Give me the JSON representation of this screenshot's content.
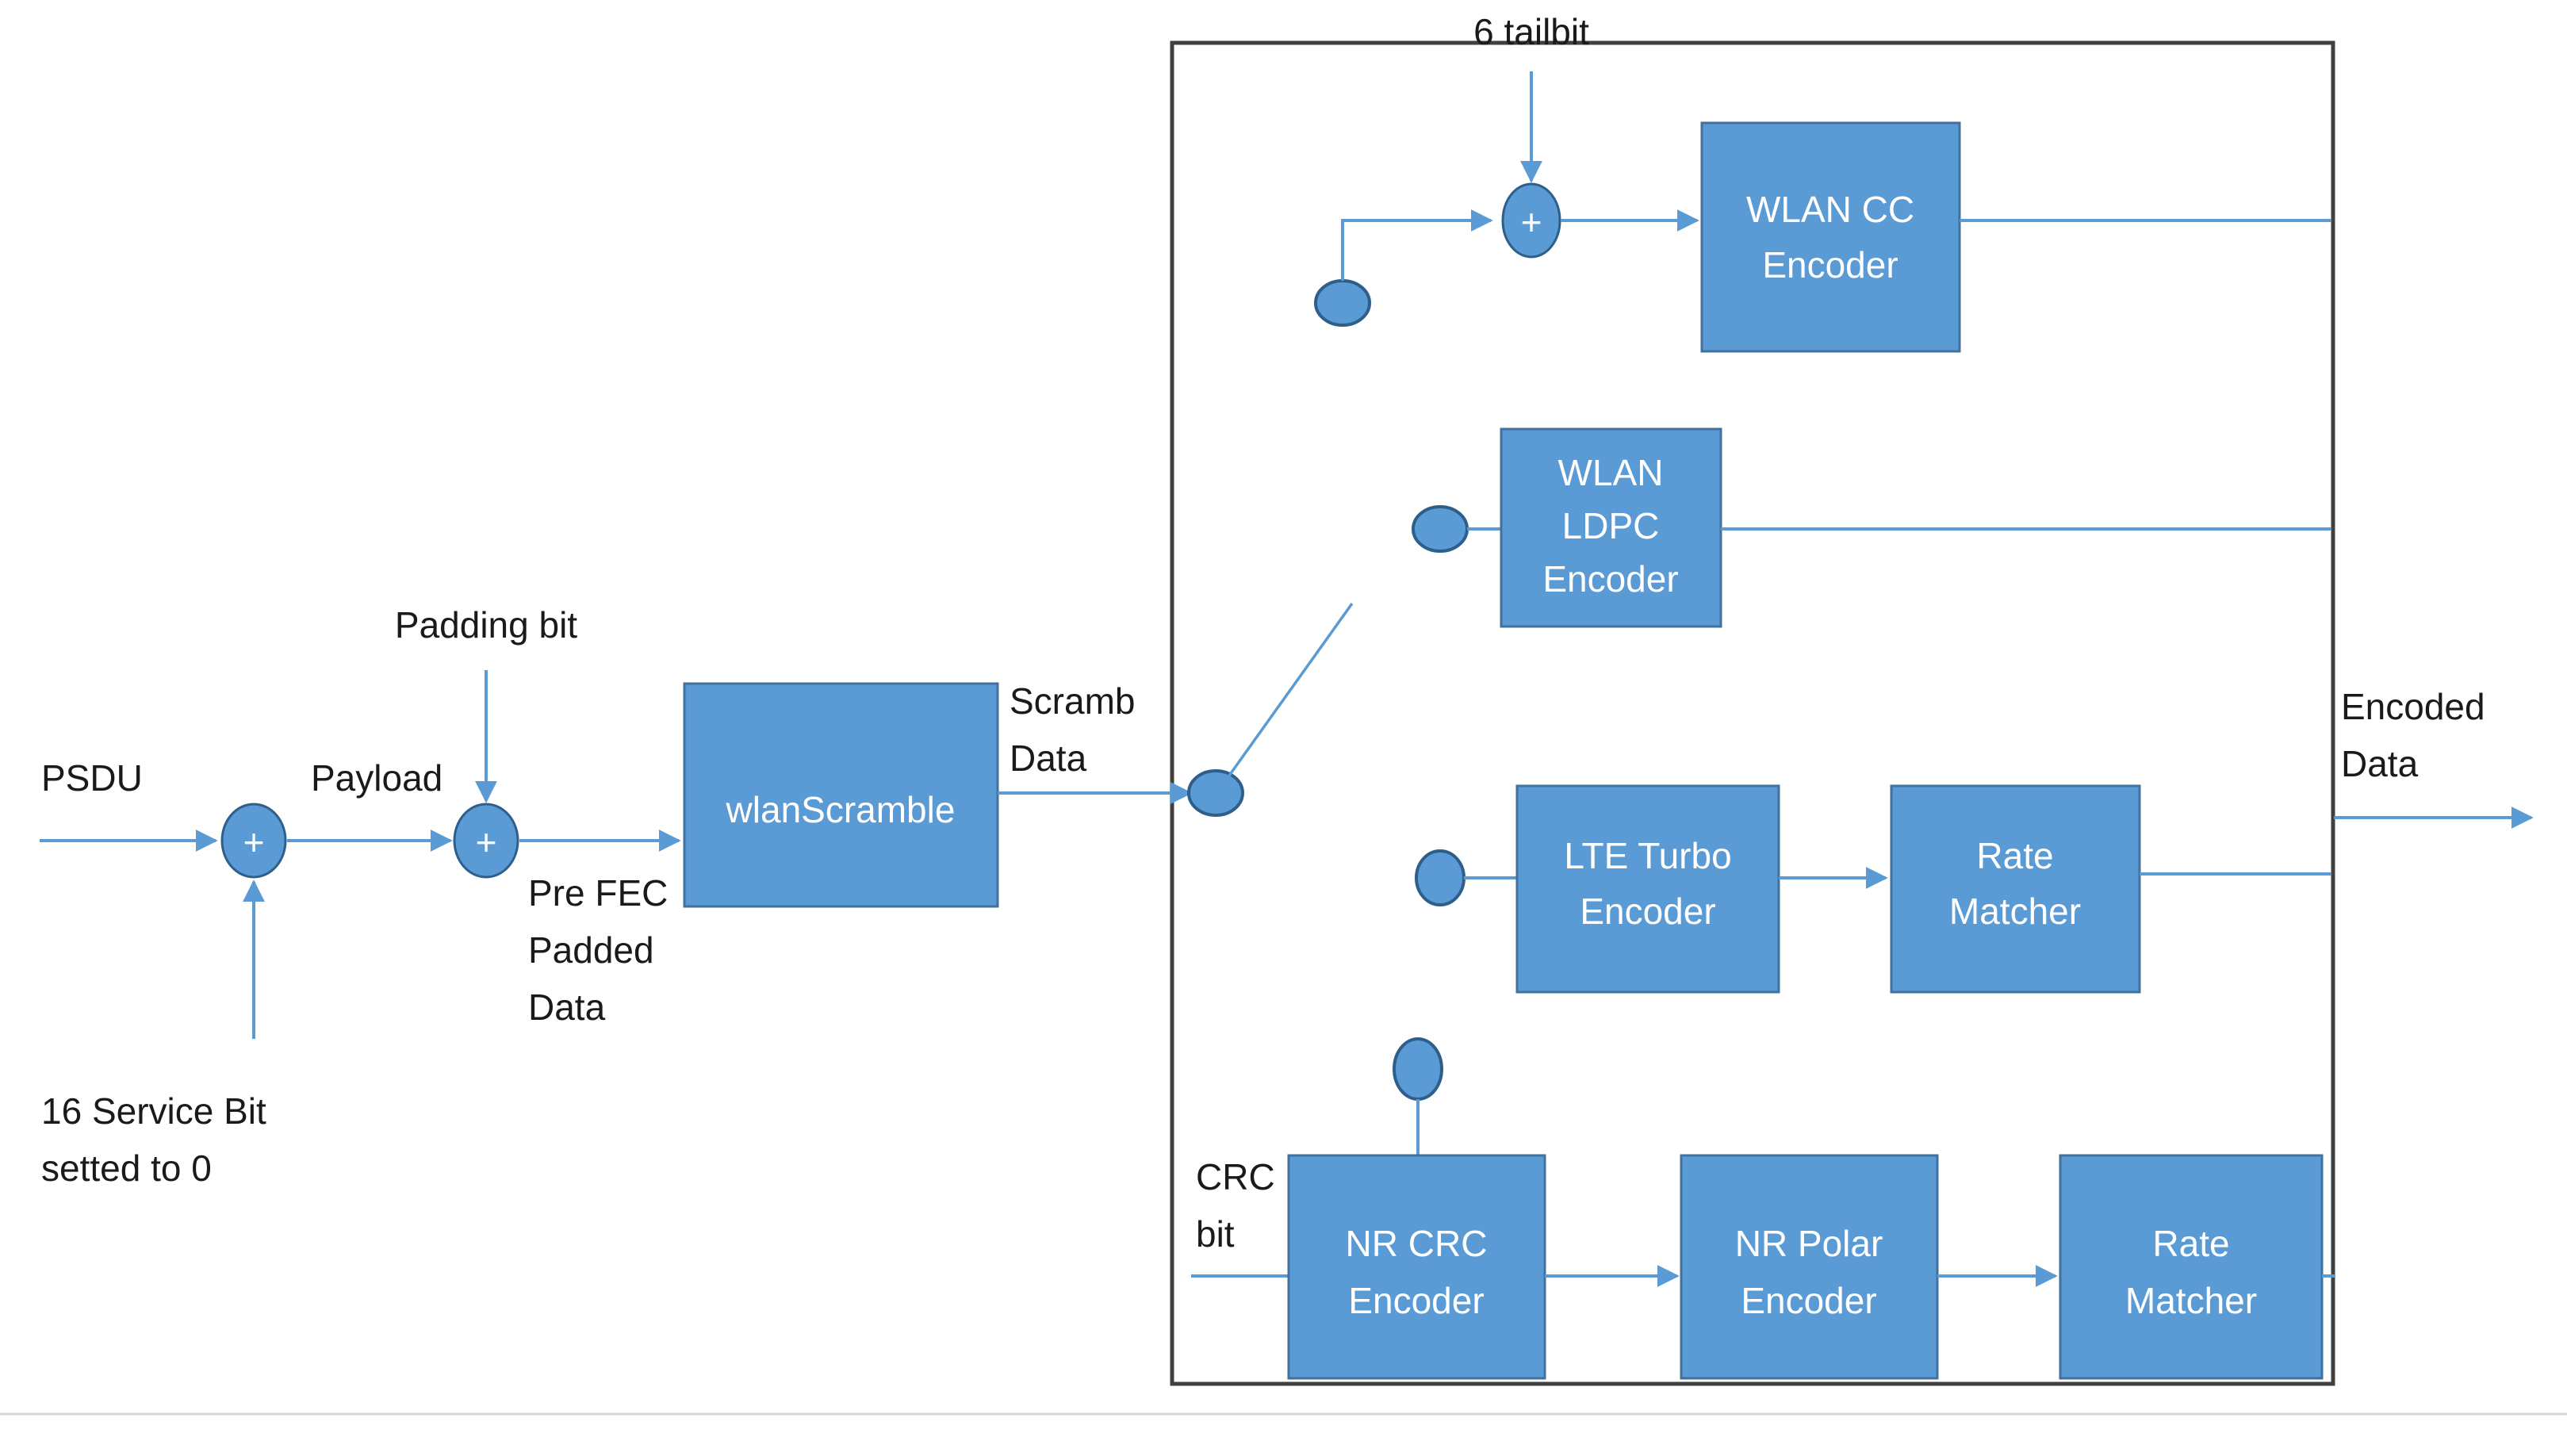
{
  "diagram": {
    "title": "WLAN/LTE/NR channel coding chain block diagram",
    "colors": {
      "block_fill": "#5B9BD5",
      "block_stroke": "#41719C",
      "signal_line": "#5B9BD5",
      "group_border": "#404040",
      "block_text": "#FFFFFF",
      "label_text": "#1A1A1A"
    },
    "blocks": [
      {
        "id": "wlan-scramble",
        "label": "wlanScramble",
        "lines": [
          "wlanScramble"
        ]
      },
      {
        "id": "wlan-cc-encoder",
        "label": "WLAN CC Encoder",
        "lines": [
          "WLAN CC",
          "Encoder"
        ]
      },
      {
        "id": "wlan-ldpc-encoder",
        "label": "WLAN LDPC Encoder",
        "lines": [
          "WLAN",
          "LDPC",
          "Encoder"
        ]
      },
      {
        "id": "lte-turbo-encoder",
        "label": "LTE Turbo Encoder",
        "lines": [
          "LTE Turbo",
          "Encoder"
        ]
      },
      {
        "id": "lte-rate-matcher",
        "label": "Rate Matcher",
        "lines": [
          "Rate",
          "Matcher"
        ]
      },
      {
        "id": "nr-crc-encoder",
        "label": "NR CRC Encoder",
        "lines": [
          "NR CRC",
          "Encoder"
        ]
      },
      {
        "id": "nr-polar-encoder",
        "label": "NR Polar Encoder",
        "lines": [
          "NR Polar",
          "Encoder"
        ]
      },
      {
        "id": "nr-rate-matcher",
        "label": "Rate Matcher",
        "lines": [
          "Rate",
          "Matcher"
        ]
      }
    ],
    "signal_labels": [
      {
        "id": "psdu",
        "text": "PSDU"
      },
      {
        "id": "payload",
        "text": "Payload"
      },
      {
        "id": "service-bit",
        "lines": [
          "16 Service Bit",
          "setted to 0"
        ]
      },
      {
        "id": "padding-bit",
        "text": "Padding bit"
      },
      {
        "id": "pre-fec-padded-data",
        "lines": [
          "Pre FEC",
          "Padded",
          "Data"
        ]
      },
      {
        "id": "scramb-data",
        "lines": [
          "Scramb",
          "Data"
        ]
      },
      {
        "id": "tailbit",
        "text": "6 tailbit"
      },
      {
        "id": "crc-bit",
        "lines": [
          "CRC",
          "bit"
        ]
      },
      {
        "id": "encoded-data",
        "lines": [
          "Encoded",
          "Data"
        ]
      }
    ],
    "operators": [
      {
        "id": "adder-service-bit",
        "symbol": "+"
      },
      {
        "id": "adder-padding-bit",
        "symbol": "+"
      },
      {
        "id": "adder-tailbit",
        "symbol": "+"
      }
    ],
    "switch_nodes": [
      {
        "id": "switch-selector-node"
      },
      {
        "id": "switch-pole-cc"
      },
      {
        "id": "switch-pole-ldpc"
      },
      {
        "id": "switch-pole-turbo"
      },
      {
        "id": "switch-pole-crc"
      }
    ]
  }
}
